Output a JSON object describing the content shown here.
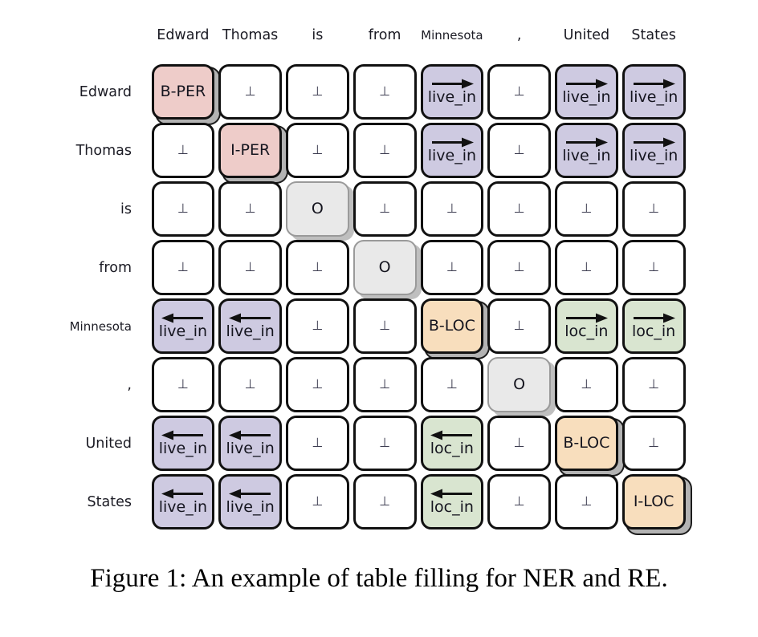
{
  "caption": "Figure 1: An example of table filling for NER and RE.",
  "bottom_symbol": "⊥",
  "colors": {
    "per": "#eeccc9",
    "loc": "#f8debd",
    "o": "#e9e9e9",
    "live_in": "#cecae1",
    "loc_in": "#d9e5d0",
    "empty": "#ffffff"
  },
  "table": {
    "tokens": [
      "Edward",
      "Thomas",
      "is",
      "from",
      "Minnesota",
      ",",
      "United",
      "States"
    ],
    "grid": [
      [
        {
          "label": "B-PER",
          "type": "per",
          "shadow": true
        },
        {
          "label": "⊥",
          "type": "empty"
        },
        {
          "label": "⊥",
          "type": "empty"
        },
        {
          "label": "⊥",
          "type": "empty"
        },
        {
          "label": "live_in",
          "type": "live_in",
          "arrow": "right"
        },
        {
          "label": "⊥",
          "type": "empty"
        },
        {
          "label": "live_in",
          "type": "live_in",
          "arrow": "right"
        },
        {
          "label": "live_in",
          "type": "live_in",
          "arrow": "right"
        }
      ],
      [
        {
          "label": "⊥",
          "type": "empty"
        },
        {
          "label": "I-PER",
          "type": "per",
          "shadow": true
        },
        {
          "label": "⊥",
          "type": "empty"
        },
        {
          "label": "⊥",
          "type": "empty"
        },
        {
          "label": "live_in",
          "type": "live_in",
          "arrow": "right"
        },
        {
          "label": "⊥",
          "type": "empty"
        },
        {
          "label": "live_in",
          "type": "live_in",
          "arrow": "right"
        },
        {
          "label": "live_in",
          "type": "live_in",
          "arrow": "right"
        }
      ],
      [
        {
          "label": "⊥",
          "type": "empty"
        },
        {
          "label": "⊥",
          "type": "empty"
        },
        {
          "label": "O",
          "type": "o",
          "shadow": true
        },
        {
          "label": "⊥",
          "type": "empty"
        },
        {
          "label": "⊥",
          "type": "empty"
        },
        {
          "label": "⊥",
          "type": "empty"
        },
        {
          "label": "⊥",
          "type": "empty"
        },
        {
          "label": "⊥",
          "type": "empty"
        }
      ],
      [
        {
          "label": "⊥",
          "type": "empty"
        },
        {
          "label": "⊥",
          "type": "empty"
        },
        {
          "label": "⊥",
          "type": "empty"
        },
        {
          "label": "O",
          "type": "o",
          "shadow": true
        },
        {
          "label": "⊥",
          "type": "empty"
        },
        {
          "label": "⊥",
          "type": "empty"
        },
        {
          "label": "⊥",
          "type": "empty"
        },
        {
          "label": "⊥",
          "type": "empty"
        }
      ],
      [
        {
          "label": "live_in",
          "type": "live_in",
          "arrow": "left"
        },
        {
          "label": "live_in",
          "type": "live_in",
          "arrow": "left"
        },
        {
          "label": "⊥",
          "type": "empty"
        },
        {
          "label": "⊥",
          "type": "empty"
        },
        {
          "label": "B-LOC",
          "type": "loc",
          "shadow": true
        },
        {
          "label": "⊥",
          "type": "empty"
        },
        {
          "label": "loc_in",
          "type": "loc_in",
          "arrow": "right"
        },
        {
          "label": "loc_in",
          "type": "loc_in",
          "arrow": "right"
        }
      ],
      [
        {
          "label": "⊥",
          "type": "empty"
        },
        {
          "label": "⊥",
          "type": "empty"
        },
        {
          "label": "⊥",
          "type": "empty"
        },
        {
          "label": "⊥",
          "type": "empty"
        },
        {
          "label": "⊥",
          "type": "empty"
        },
        {
          "label": "O",
          "type": "o",
          "shadow": true
        },
        {
          "label": "⊥",
          "type": "empty"
        },
        {
          "label": "⊥",
          "type": "empty"
        }
      ],
      [
        {
          "label": "live_in",
          "type": "live_in",
          "arrow": "left"
        },
        {
          "label": "live_in",
          "type": "live_in",
          "arrow": "left"
        },
        {
          "label": "⊥",
          "type": "empty"
        },
        {
          "label": "⊥",
          "type": "empty"
        },
        {
          "label": "loc_in",
          "type": "loc_in",
          "arrow": "left"
        },
        {
          "label": "⊥",
          "type": "empty"
        },
        {
          "label": "B-LOC",
          "type": "loc",
          "shadow": true
        },
        {
          "label": "⊥",
          "type": "empty"
        }
      ],
      [
        {
          "label": "live_in",
          "type": "live_in",
          "arrow": "left"
        },
        {
          "label": "live_in",
          "type": "live_in",
          "arrow": "left"
        },
        {
          "label": "⊥",
          "type": "empty"
        },
        {
          "label": "⊥",
          "type": "empty"
        },
        {
          "label": "loc_in",
          "type": "loc_in",
          "arrow": "left"
        },
        {
          "label": "⊥",
          "type": "empty"
        },
        {
          "label": "⊥",
          "type": "empty"
        },
        {
          "label": "I-LOC",
          "type": "loc",
          "shadow": true
        }
      ]
    ]
  }
}
